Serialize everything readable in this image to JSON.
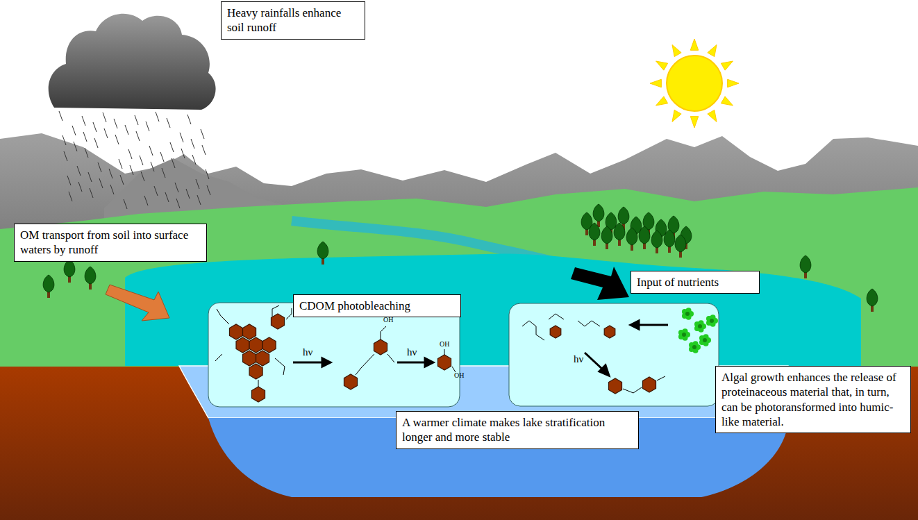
{
  "diagram": {
    "nodes": [
      {
        "text": [
          "Heavy rainfalls enhance soil runoff"
        ]
      },
      {
        "text": [
          "OM transport from soil into surface waters by runoff"
        ]
      },
      {
        "text": [
          "CDOM photobleaching"
        ]
      },
      {
        "text": [
          "Input of nutrients"
        ]
      },
      {
        "text": [
          "A warmer climate makes lake stratification longer and more stable"
        ]
      },
      {
        "text": [
          "Algal growth enhances the release of proteinaceous material that, in turn, can be photoransformed into humic-like material."
        ]
      }
    ],
    "labels": [
      "hν",
      "hν",
      "hν",
      "OH",
      "OH",
      "OH"
    ]
  }
}
